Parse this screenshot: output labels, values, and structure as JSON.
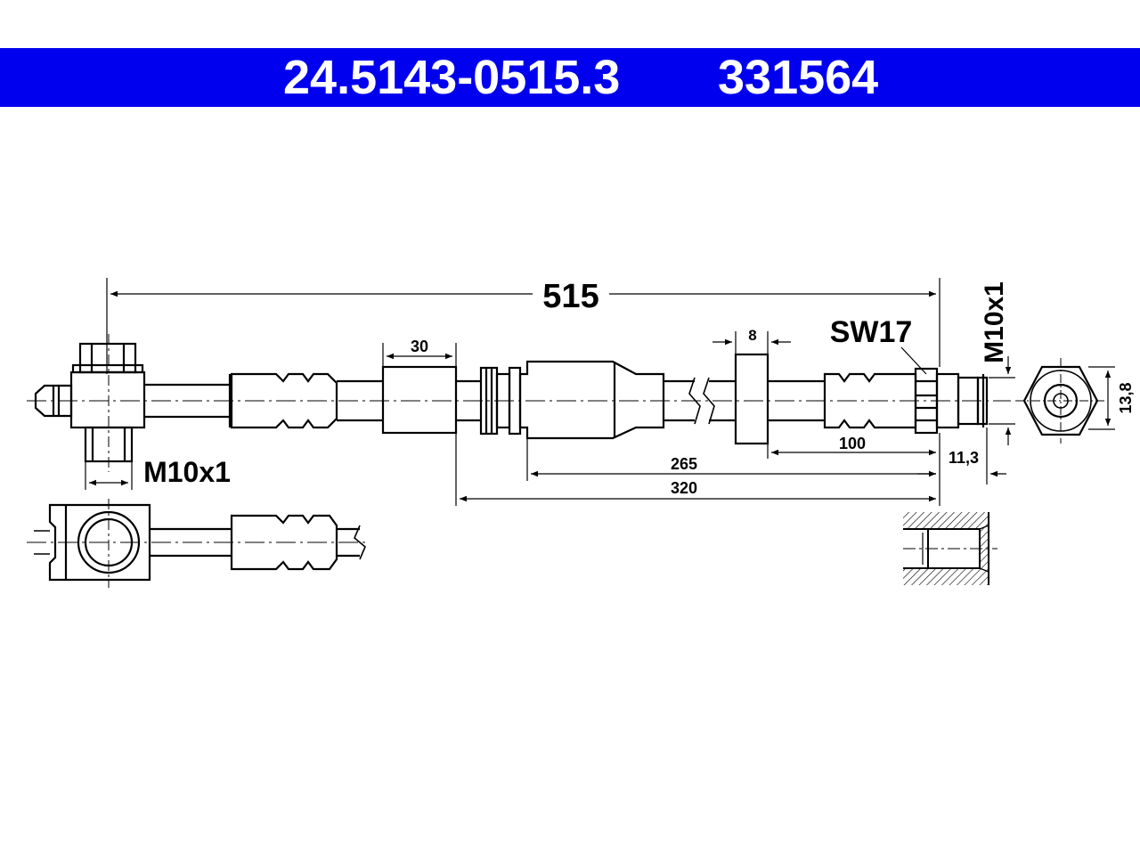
{
  "header": {
    "part_number": "24.5143-0515.3",
    "article_number": "331564",
    "background_color": "#0000ee",
    "text_color": "#ffffff"
  },
  "dimensions": {
    "total_length": "515",
    "ferrule_30": "30",
    "collar_8": "8",
    "wrench_size": "SW17",
    "thread_right": "M10x1",
    "thread_left": "M10x1",
    "len_100": "100",
    "len_265": "265",
    "len_320": "320",
    "len_11_3": "11,3",
    "hex_13_8": "13,8"
  }
}
